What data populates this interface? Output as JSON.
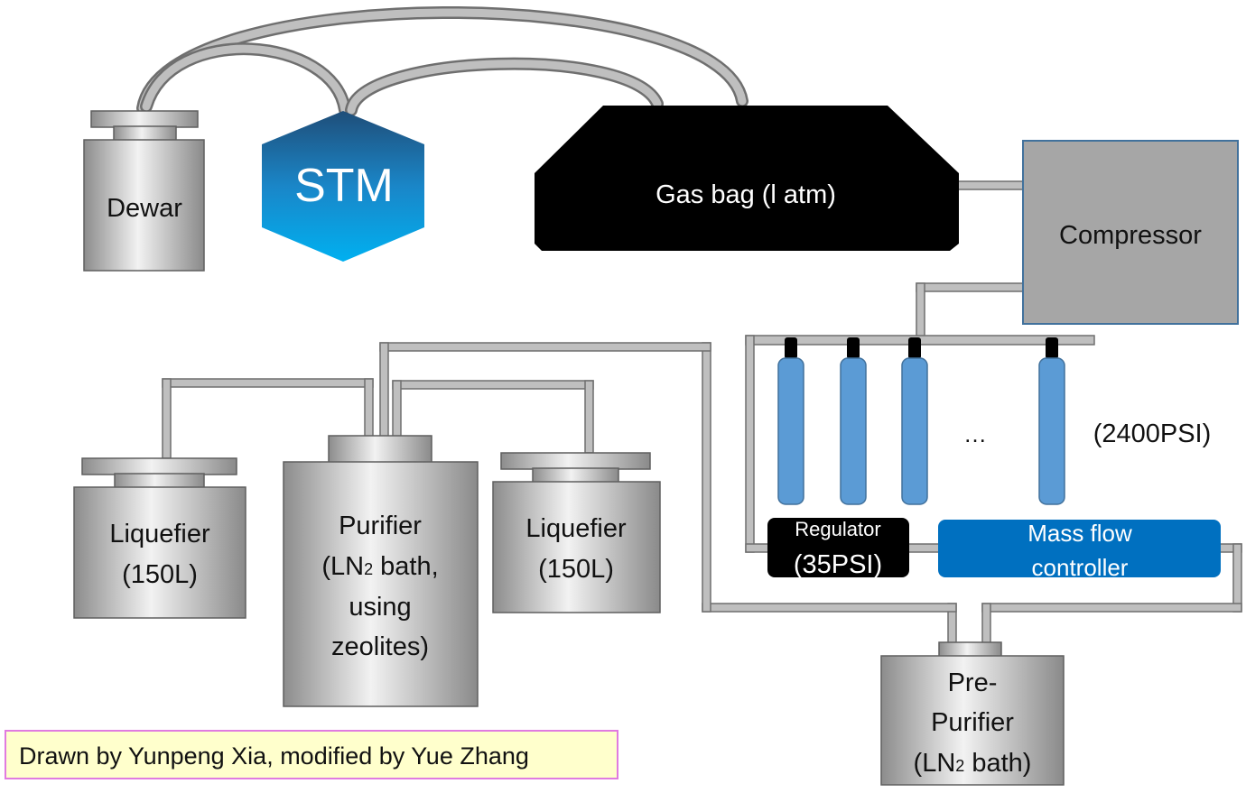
{
  "labels": {
    "dewar": "Dewar",
    "stm": "STM",
    "gas_bag": "Gas bag (l atm)",
    "compressor": "Compressor",
    "cylinder_pressure": "(2400PSI)",
    "ellipsis": "…",
    "regulator_line1": "Regulator",
    "regulator_line2": "(35PSI)",
    "mfc_line1": "Mass flow",
    "mfc_line2": "controller",
    "liquefier_left_line1": "Liquefier",
    "liquefier_left_line2": "(150L)",
    "purifier_line1": "Purifier",
    "purifier_line2_a": "(LN",
    "purifier_line2_sub": "2",
    "purifier_line2_b": " bath,",
    "purifier_line3": "using",
    "purifier_line4": "zeolites)",
    "liquefier_right_line1": "Liquefier",
    "liquefier_right_line2": "(150L)",
    "prepurifier_line1": "Pre-",
    "prepurifier_line2": "Purifier",
    "prepurifier_line3_a": "(LN",
    "prepurifier_line3_sub": "2",
    "prepurifier_line3_b": " bath)"
  },
  "credit": "Drawn by Yunpeng Xia, modified by Yue Zhang",
  "colors": {
    "pipe": "#a6a6a6",
    "pipe_outline": "#6f6f6f",
    "gas_bag": "#000000",
    "compressor": "#a6a6a6",
    "compressor_border": "#41719c",
    "cylinder": "#5b9bd5",
    "mfc": "#0070c0",
    "regulator": "#000000",
    "stm_top": "#1f4e79",
    "stm_bottom": "#00b0f0",
    "credit_bg": "#ffffcc",
    "credit_border": "#e07be0"
  }
}
